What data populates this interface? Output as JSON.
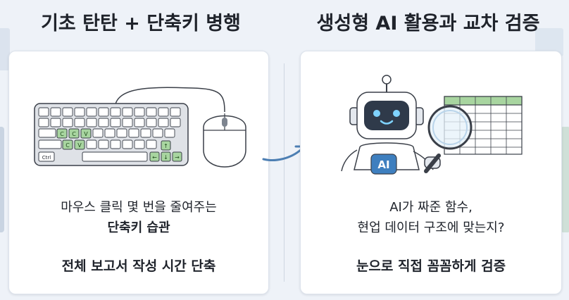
{
  "left_panel": {
    "title": "기초 탄탄 + 단축키 병행",
    "caption_line1": "마우스 클릭 몇 번을 줄여주는",
    "caption_line2": "단축키 습관",
    "caption_line3": "전체 보고서 작성 시간 단축",
    "keyboard": {
      "ctrl_label": "Ctrl",
      "green_keys_row2": [
        "C",
        "C",
        "V"
      ],
      "green_keys_row3": [
        "C",
        "V"
      ],
      "arrow_keys": [
        "↑",
        "←",
        "↓",
        "→"
      ]
    }
  },
  "right_panel": {
    "title": "생성형 AI 활용과 교차 검증",
    "caption_line1": "AI가 짜준 함수,",
    "caption_line2": "현업 데이터 구조에 맞는지?",
    "caption_line3": "눈으로 직접 꼼꼼하게 검증",
    "robot_badge": "AI"
  },
  "colors": {
    "background": "#eef2f8",
    "green_key": "#a8d5a0",
    "robot_blue": "#3e7fbf",
    "accent_blue": "#4d7fb3"
  }
}
